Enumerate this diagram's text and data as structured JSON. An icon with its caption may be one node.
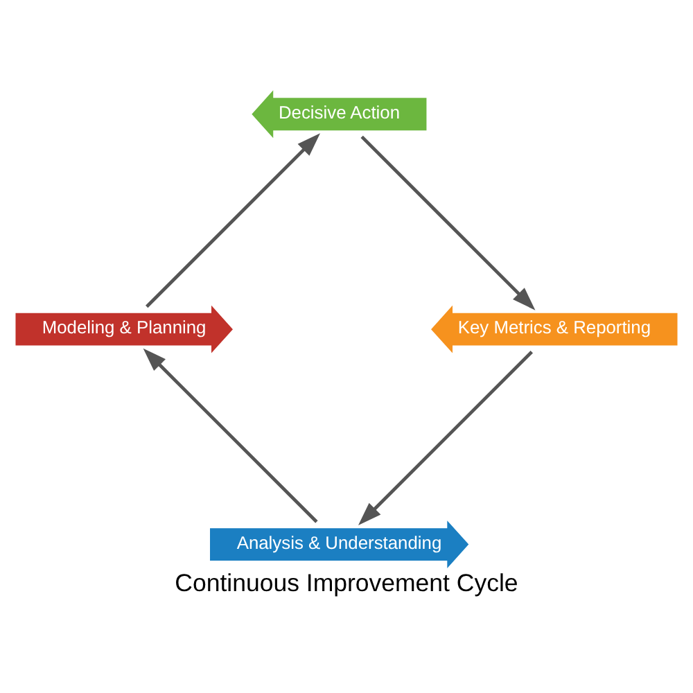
{
  "diagram": {
    "title": "Continuous Improvement Cycle",
    "nodes": [
      {
        "text": [
          "Analysis & Understanding"
        ]
      },
      {
        "text": [
          "Modeling & Planning"
        ]
      },
      {
        "text": [
          "Decisive Action"
        ]
      },
      {
        "text": [
          "Key Metrics & Reporting"
        ]
      }
    ],
    "edges": [
      {
        "from": 0,
        "to": 1,
        "arrow": "to"
      },
      {
        "from": 1,
        "to": 2,
        "arrow": "to"
      },
      {
        "from": 2,
        "to": 3,
        "arrow": "to"
      },
      {
        "from": 3,
        "to": 0,
        "arrow": "to"
      }
    ]
  }
}
